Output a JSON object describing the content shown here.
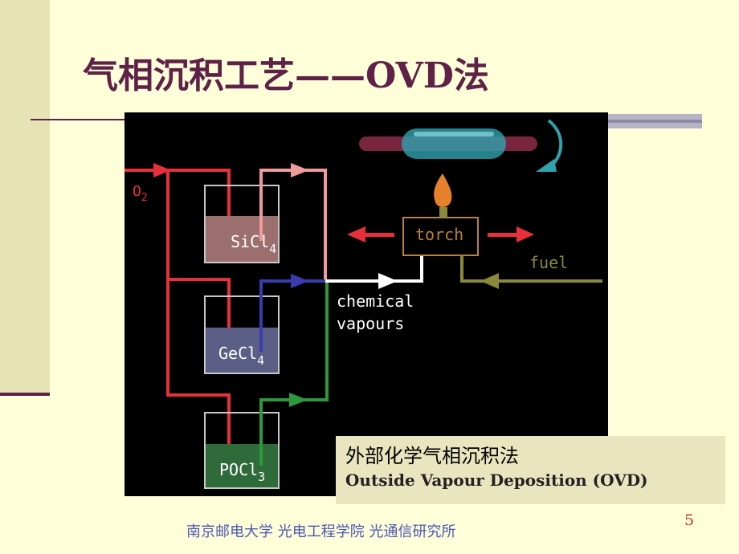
{
  "slide": {
    "title": "气相沉积工艺——OVD法",
    "footer": "南京邮电大学   光电工程学院 光通信研究所",
    "page_number": "5"
  },
  "diagram": {
    "o2_label": "O",
    "o2_subscript": "2",
    "bottles": [
      {
        "name": "SiCl",
        "subscript": "4",
        "color": "#9c6f6f"
      },
      {
        "name": "GeCl",
        "subscript": "4",
        "color": "#5b5f86"
      },
      {
        "name": "POCl",
        "subscript": "3",
        "color": "#2f6b3a"
      }
    ],
    "chemical_vapours_line1": "chemical",
    "chemical_vapours_line2": "vapours",
    "torch_label": "torch",
    "fuel_label": "fuel",
    "colors": {
      "oxygen_line": "#e8303a",
      "sicl4_line": "#f09a9a",
      "gecl4_line": "#3b3bb0",
      "pocl3_line": "#2c9a3c",
      "vapour_line": "#ffffff",
      "fuel_line": "#8a8a3a",
      "torch_box": "#b9803e",
      "flame": "#e7802a",
      "rod_core": "#7a2540",
      "rod_glass": "#2fa3ad",
      "rotation_arrow": "#2fa3ad"
    }
  },
  "caption": {
    "chinese": "外部化学气相沉积法",
    "english": "Outside Vapour Deposition (OVD)"
  }
}
